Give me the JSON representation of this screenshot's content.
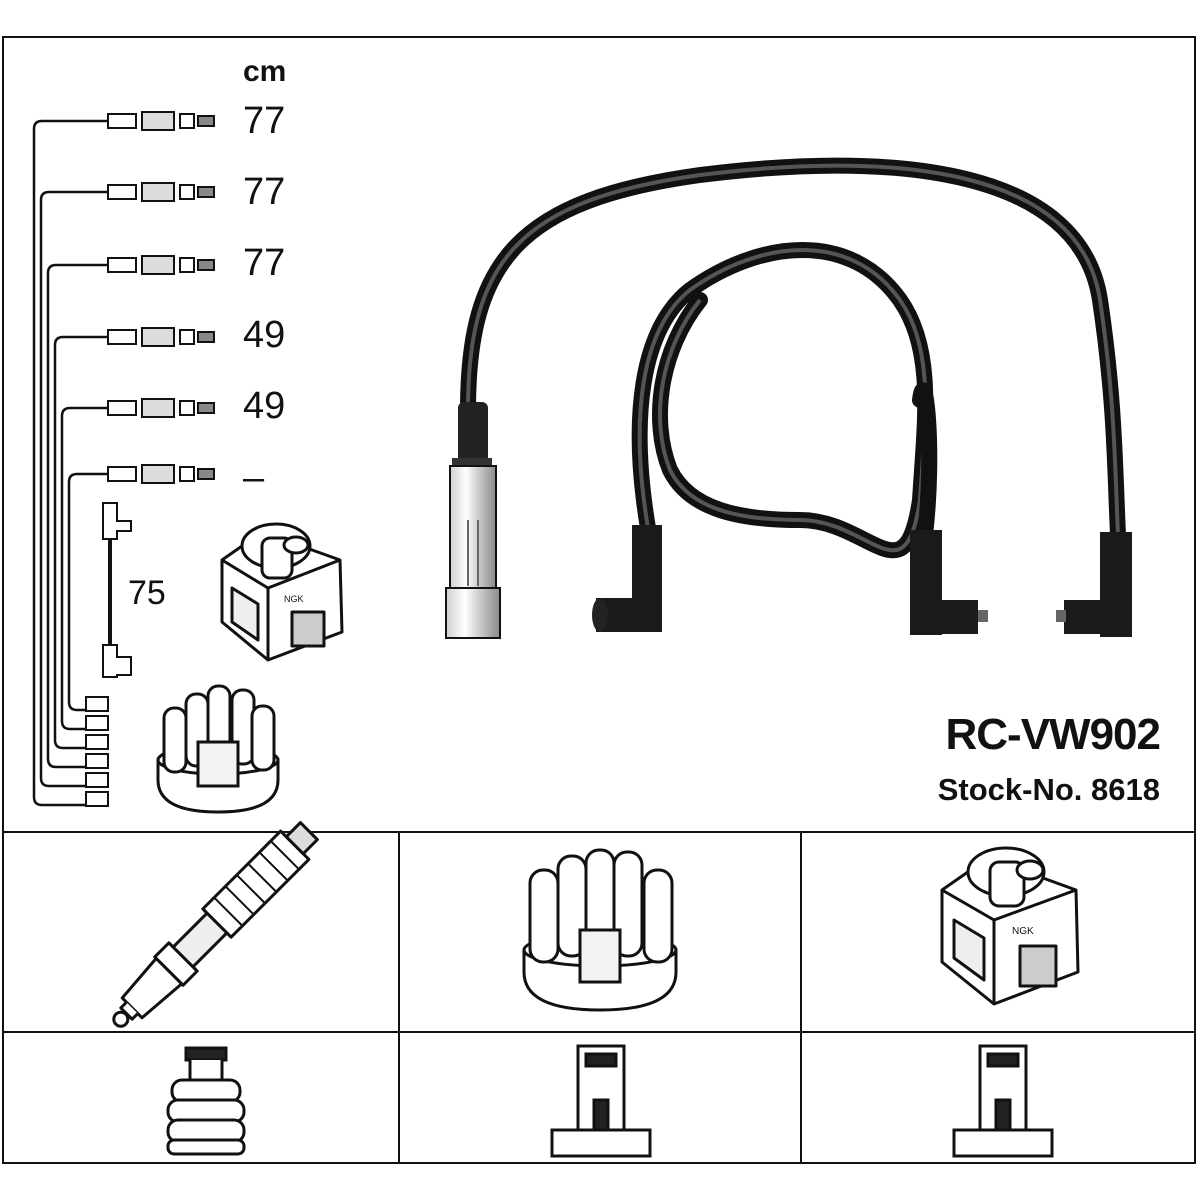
{
  "diagram": {
    "unit_label": "cm",
    "lead_lengths": [
      "77",
      "77",
      "77",
      "49",
      "49",
      "–"
    ],
    "coil_lead_length": "75",
    "model": "RC-VW902",
    "stock_label": "Stock-No. 8618"
  },
  "icons": {
    "wire_set": "ignition-wire-set-icon",
    "coil": "ignition-coil-icon",
    "distributor_cap": "distributor-cap-icon",
    "spark_plug": "spark-plug-icon"
  },
  "colors": {
    "ink": "#111111",
    "background": "#ffffff"
  }
}
